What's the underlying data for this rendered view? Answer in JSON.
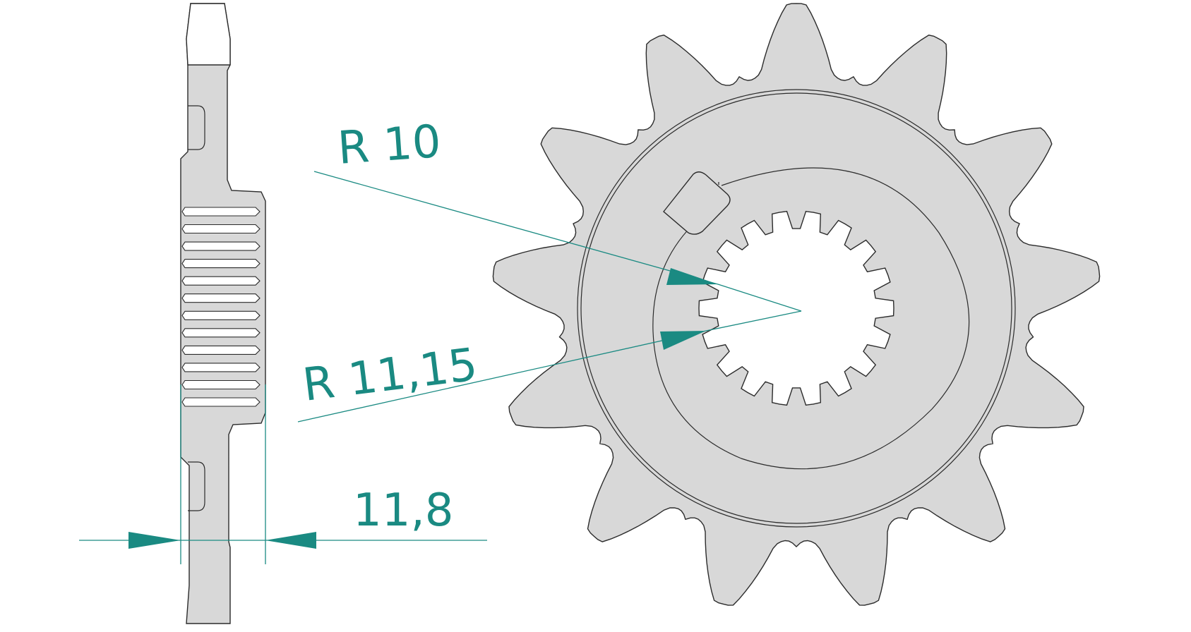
{
  "labels": {
    "r_inner": "R  10",
    "r_outer": "R  11,15",
    "thickness": "11,8"
  },
  "colors": {
    "part_fill": "#d8d8d8",
    "outline": "#2b2b2b",
    "dimension": "#1a8a82",
    "background": "#ffffff"
  },
  "sprocket": {
    "teeth": 13,
    "spline_teeth": 18
  }
}
